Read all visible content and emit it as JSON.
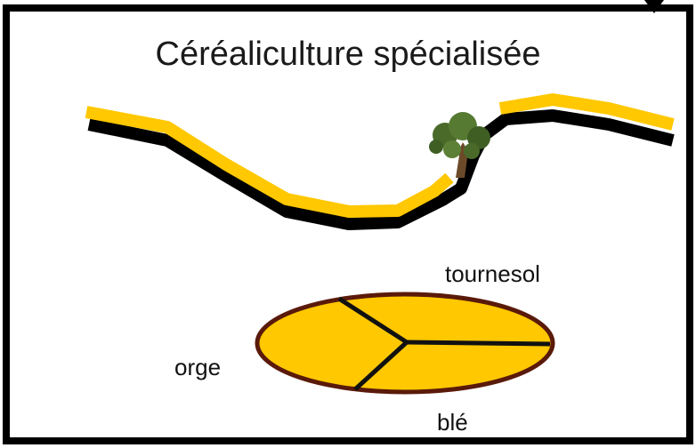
{
  "title": "Céréaliculture spécialisée",
  "crop_labels": {
    "sunflower": "tournesol",
    "barley": "orge",
    "wheat": "blé"
  },
  "colors": {
    "field": "#ffc800",
    "field_outline": "#5a1a0a",
    "terrain_shadow": "#000000",
    "frame": "#000000",
    "tree_foliage": "#4a6a2a",
    "tree_trunk": "#6b4a2a"
  },
  "icons": [
    "tree-icon",
    "arrow-down-icon"
  ]
}
